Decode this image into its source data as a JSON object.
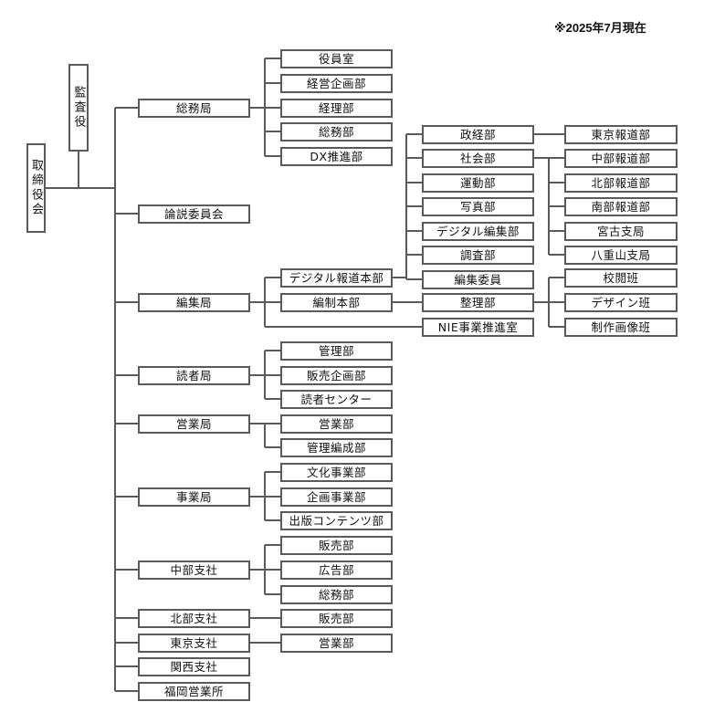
{
  "note": "※2025年7月現在",
  "board": "取締役会",
  "auditor": "監査役",
  "general_affairs": {
    "name": "総務局",
    "depts": [
      "役員室",
      "経営企画部",
      "経理部",
      "総務部",
      "DX推進部"
    ]
  },
  "editorial_board": "論説委員会",
  "editorial": {
    "name": "編集局",
    "digital_hq": "デジタル報道本部",
    "digital_depts": [
      "政経部",
      "社会部",
      "運動部",
      "写真部",
      "デジタル編集部",
      "調査部",
      "編集委員"
    ],
    "politics_sub": "東京報道部",
    "social_subs": [
      "中部報道部",
      "北部報道部",
      "南部報道部",
      "宮古支局",
      "八重山支局"
    ],
    "production_hq": "編制本部",
    "layout_dept": "整理部",
    "layout_teams": [
      "校閲班",
      "デザイン班",
      "制作画像班"
    ],
    "nie": "NIE事業推進室"
  },
  "readers": {
    "name": "読者局",
    "depts": [
      "管理部",
      "販売企画部",
      "読者センター"
    ]
  },
  "sales": {
    "name": "営業局",
    "depts": [
      "営業部",
      "管理編成部"
    ]
  },
  "business": {
    "name": "事業局",
    "depts": [
      "文化事業部",
      "企画事業部",
      "出版コンテンツ部"
    ]
  },
  "chubu": {
    "name": "中部支社",
    "depts": [
      "販売部",
      "広告部",
      "総務部"
    ]
  },
  "hokubu": {
    "name": "北部支社",
    "depts": [
      "販売部"
    ]
  },
  "tokyo": {
    "name": "東京支社",
    "depts": [
      "営業部"
    ]
  },
  "kansai": {
    "name": "関西支社"
  },
  "fukuoka": {
    "name": "福岡営業所"
  }
}
